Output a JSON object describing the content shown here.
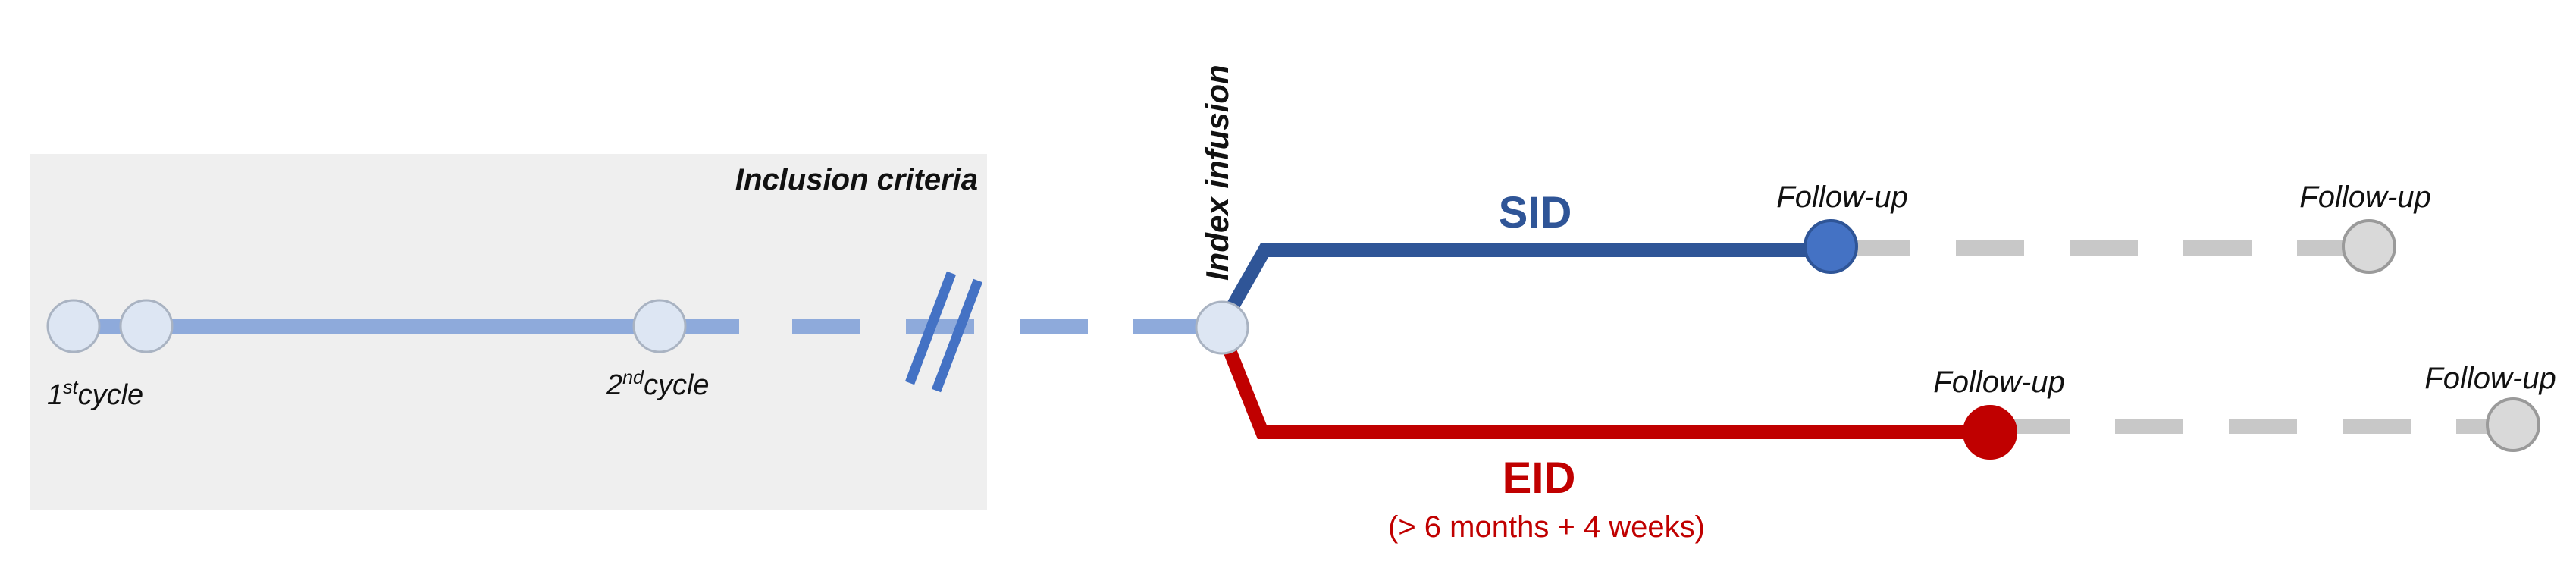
{
  "inclusion": {
    "title": "Inclusion criteria",
    "cycle1": {
      "num": "1",
      "sup": "st",
      "word": "cycle"
    },
    "cycle2": {
      "num": "2",
      "sup": "nd",
      "word": "cycle"
    }
  },
  "index_label": "Index infusion",
  "sid": {
    "label": "SID",
    "followup1": "Follow-up",
    "followup2": "Follow-up"
  },
  "eid": {
    "label": "EID",
    "note": "(> 6 months + 4 weeks)",
    "followup1": "Follow-up",
    "followup2": "Follow-up"
  },
  "colors": {
    "panel_bg": "#efefef",
    "timeline_blue": "#8eaadb",
    "break_mark": "#4472c4",
    "node_fill": "#dde6f3",
    "node_stroke": "#a9b3c2",
    "sid_line": "#2f5597",
    "sid_node": "#4472c4",
    "eid_line": "#c00000",
    "eid_node": "#c00000",
    "followup_dash": "#c8c8c8",
    "followup_node": "#d9d9d9",
    "followup_stroke": "#9a9a9a"
  }
}
